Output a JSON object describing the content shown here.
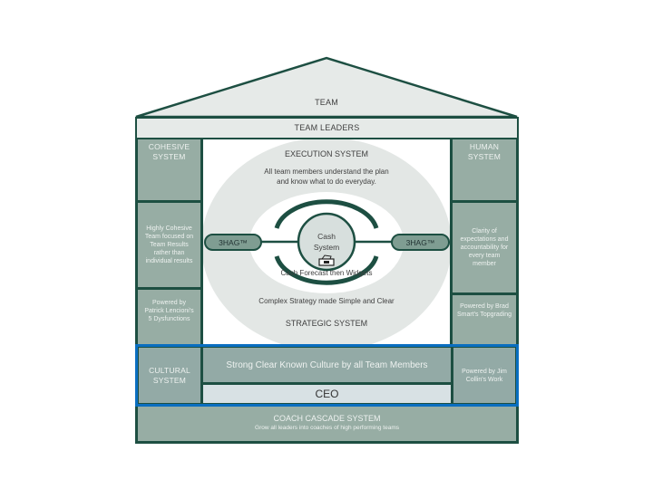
{
  "diagram": {
    "roof": {
      "label": "TEAM"
    },
    "beam": {
      "label": "TEAM LEADERS"
    },
    "left_column": {
      "header": "COHESIVE SYSTEM",
      "description": "Highly Cohesive Team focused on Team Results rather than individual results",
      "powered_by": "Powered by Patrick Lencioni's 5 Dysfunctions"
    },
    "right_column": {
      "header": "HUMAN SYSTEM",
      "description": "Clarity of expectations and accountability for every team member",
      "powered_by": "Powered by Brad Smart's Topgrading"
    },
    "center": {
      "execution_title": "EXECUTION SYSTEM",
      "execution_text": "All team members understand the plan and know what to do everyday.",
      "cash_label": "Cash System",
      "cash_icon": "cash-register-icon",
      "cash_caption": "Cash Forecast then Widgets",
      "left_node": "3HAG™",
      "right_node": "3HAG™",
      "strategy_text": "Complex Strategy made Simple and Clear",
      "strategic_title": "STRATEGIC SYSTEM"
    },
    "culture_row": {
      "left_label": "CULTURAL SYSTEM",
      "banner": "Strong Clear Known Culture by all Team Members",
      "ceo": "CEO",
      "right_label": "Powered by Jim Collin's Work"
    },
    "foundation": {
      "title": "COACH CASCADE SYSTEM",
      "subtitle": "Grow all leaders into coaches of high performing teams"
    },
    "colors": {
      "frame": "#1d4f42",
      "roof_fill": "#e6eae8",
      "pane": "#97ada4",
      "ellipse": "#e3e7e5",
      "highlight": "#0a6ec0",
      "ceo_fill": "#d8e1e4"
    }
  }
}
